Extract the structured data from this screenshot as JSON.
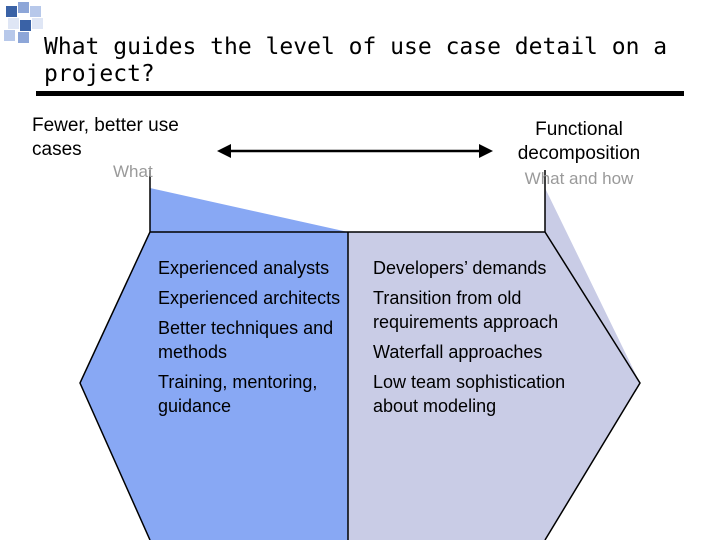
{
  "slide": {
    "title": "What guides the level of use case detail on a project?",
    "left_end": {
      "label": "Fewer, better use cases",
      "sub": "What"
    },
    "right_end": {
      "label": "Functional decomposition",
      "sub": "What and how"
    },
    "left_items": [
      "Experienced analysts",
      "Experienced architects",
      "Better techniques and methods",
      "Training, mentoring, guidance"
    ],
    "right_items": [
      "Developers’ demands",
      "Transition from old requirements approach",
      "Waterfall approaches",
      "Low team sophistication about modeling"
    ],
    "colors": {
      "left_panel": "#88a8f4",
      "right_panel": "#c9cce6",
      "decor_squares": [
        "#3a62a6",
        "#8da6d8",
        "#b7c8ea",
        "#dfe6f5"
      ]
    }
  }
}
